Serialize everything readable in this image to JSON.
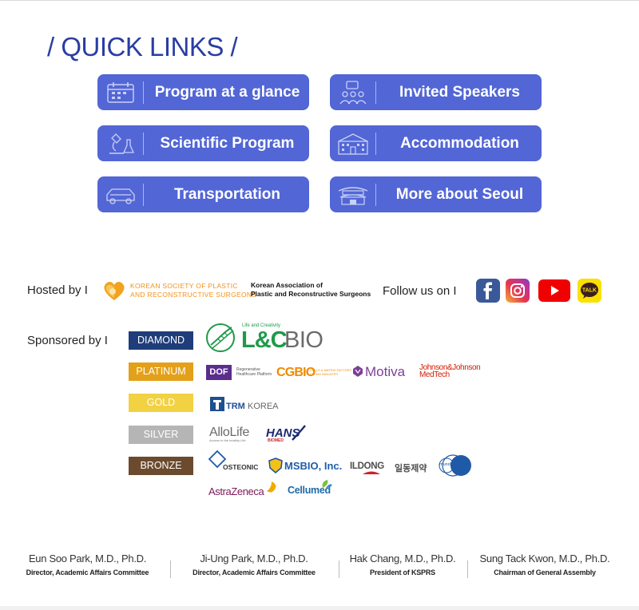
{
  "quick_links": {
    "title": "/ QUICK LINKS /",
    "buttons": [
      {
        "label": "Program at a glance",
        "icon": "calendar-icon"
      },
      {
        "label": "Invited Speakers",
        "icon": "speakers-icon"
      },
      {
        "label": "Scientific Program",
        "icon": "microscope-icon"
      },
      {
        "label": "Accommodation",
        "icon": "hotel-icon"
      },
      {
        "label": "Transportation",
        "icon": "car-icon"
      },
      {
        "label": "More about Seoul",
        "icon": "palace-icon"
      }
    ],
    "button_color": "#5266d6",
    "title_color": "#2a3da3"
  },
  "hosted": {
    "label": "Hosted by  I",
    "ksprs_line1": "KOREAN SOCIETY OF PLASTIC",
    "ksprs_line2": "AND RECONSTRUCTIVE SURGEONS",
    "kapr_line1": "Korean Association of",
    "kapr_line2": "Plastic and Reconstructive Surgeons"
  },
  "follow": {
    "label": "Follow us on  I",
    "talk": "TALK",
    "channels": [
      "facebook-icon",
      "instagram-icon",
      "youtube-icon",
      "kakaotalk-icon"
    ]
  },
  "sponsors": {
    "label": "Sponsored by  I",
    "tiers": [
      {
        "name": "DIAMOND",
        "color": "#1f3d7a"
      },
      {
        "name": "PLATINUM",
        "color": "#e3a019"
      },
      {
        "name": "GOLD",
        "color": "#f2d142"
      },
      {
        "name": "SILVER",
        "color": "#b5b5b5"
      },
      {
        "name": "BRONZE",
        "color": "#6b4a2e"
      }
    ],
    "lc_tag": "Life and Creativity",
    "lc_name": "L&C",
    "lc_bio": "BIO",
    "dof": "DOF",
    "dof_sub1": "Regenerative",
    "dof_sub2": "Healthcare Platform",
    "cgbio": "CGBIO",
    "cgbio_sub1": "CELLS & MATRIX FACTORY",
    "cgbio_sub2": "CG BIO INDUSTRY",
    "motiva": "Motiva",
    "jj1": "Johnson&Johnson",
    "jj2": "MedTech",
    "trm": "TRM",
    "trm2": "KOREA",
    "allolife": "AlloLife",
    "allolife_sub": "Access to the healthy Life",
    "hans": "HANS",
    "hans_sub": "BIOMED",
    "osteonic": "OSTEONIC",
    "msbio": "MSBIO, Inc.",
    "ildong": "ILDONG",
    "ildong_kr": "일동제약",
    "mundipharma": "mundipharma",
    "astrazeneca": "AstraZeneca",
    "cellumed": "Cellumed"
  },
  "signatures": [
    {
      "name": "Eun Soo Park, M.D., Ph.D.",
      "role": "Director, Academic Affairs Committee"
    },
    {
      "name": "Ji-Ung Park, M.D., Ph.D.",
      "role": "Director,  Academic Affairs Committee"
    },
    {
      "name": "Hak Chang, M.D., Ph.D.",
      "role": "President of KSPRS"
    },
    {
      "name": "Sung Tack Kwon, M.D., Ph.D.",
      "role": "Chairman of General Assembly"
    }
  ]
}
